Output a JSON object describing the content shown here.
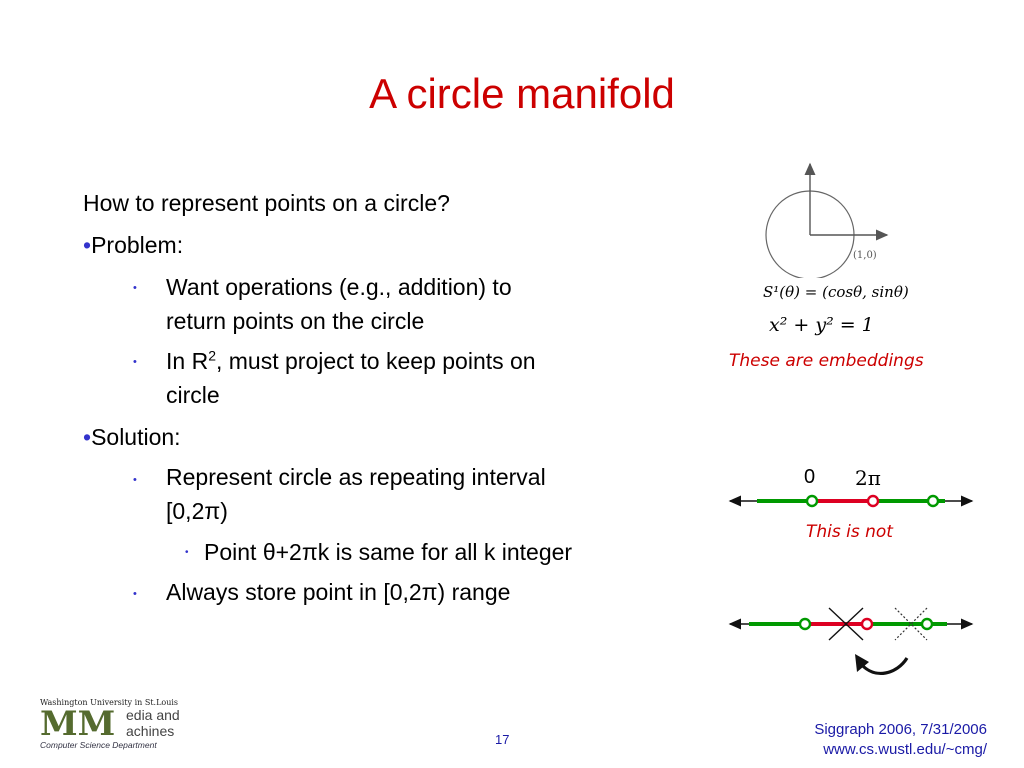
{
  "slide": {
    "title": "A circle manifold",
    "intro": "How to represent points on a circle?",
    "problem_label": "Problem:",
    "problem_items": [
      {
        "line1": "Want operations (e.g., addition) to",
        "line2": "return points on the circle"
      },
      {
        "prefix": "In R",
        "sup": "2",
        "suffix": ", must project to keep points on",
        "line2": "circle"
      }
    ],
    "solution_label": "Solution:",
    "solution_item1": {
      "line1": "Represent circle as repeating interval",
      "line2": "[0,2π)"
    },
    "solution_subitem": "Point θ+2πk is same for all k integer",
    "solution_item2": "Always store point in [0,2π) range",
    "bullet_glyph": "•"
  },
  "figure": {
    "point_label": "(1,0)",
    "equation1": "S¹(θ) = (cosθ, sinθ)",
    "equation2": "x² + y² = 1",
    "embeddings_note": "These are embeddings",
    "interval_label_zero": "0",
    "interval_label_two_pi": "2π",
    "not_note": "This is not"
  },
  "footer": {
    "logo_univ": "Washington University in St.Louis",
    "logo_line1": "edia and",
    "logo_line2": "achines",
    "logo_dept": "Computer Science Department",
    "page_number": "17",
    "conference": "Siggraph 2006, 7/31/2006",
    "url": "www.cs.wustl.edu/~cmg/"
  },
  "colors": {
    "title_red": "#cc0000",
    "bullet_blue": "#3333cc",
    "line_green": "#009900",
    "line_red": "#dd0022",
    "footer_blue": "#1a1aa6"
  }
}
